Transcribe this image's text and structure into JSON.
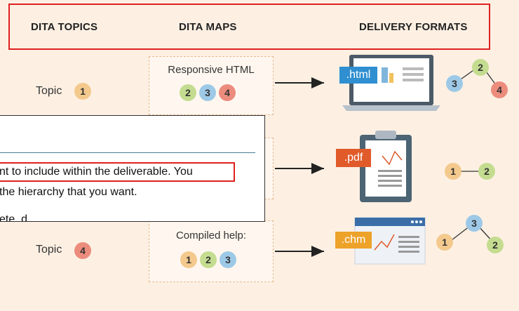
{
  "headers": {
    "topics": "DITA TOPICS",
    "maps": "DITA MAPS",
    "formats": "DELIVERY FORMATS"
  },
  "topics": [
    {
      "label": "Topic",
      "number": "1",
      "color": "#f4c98d"
    },
    {
      "label": "Topic",
      "number": "4",
      "color": "#ec8c7d"
    }
  ],
  "maps": [
    {
      "title": "Responsive HTML",
      "numbers": [
        "2",
        "3",
        "4"
      ]
    },
    {
      "title": "Compiled help:",
      "numbers": [
        "1",
        "2",
        "3"
      ]
    }
  ],
  "formats": [
    {
      "badge": ".html",
      "badge_color": "#2f8fd0",
      "tree": [
        "2",
        "3",
        "4"
      ]
    },
    {
      "badge": ".pdf",
      "badge_color": "#e05a2a",
      "tree": [
        "1",
        "2"
      ]
    },
    {
      "badge": ".chm",
      "badge_color": "#eda22a",
      "tree": [
        "3",
        "1",
        "2"
      ]
    }
  ],
  "popup": {
    "line1": "nt to include within the deliverable. You",
    "line2": "the hierarchy that you want.",
    "line3": "ete. d"
  }
}
